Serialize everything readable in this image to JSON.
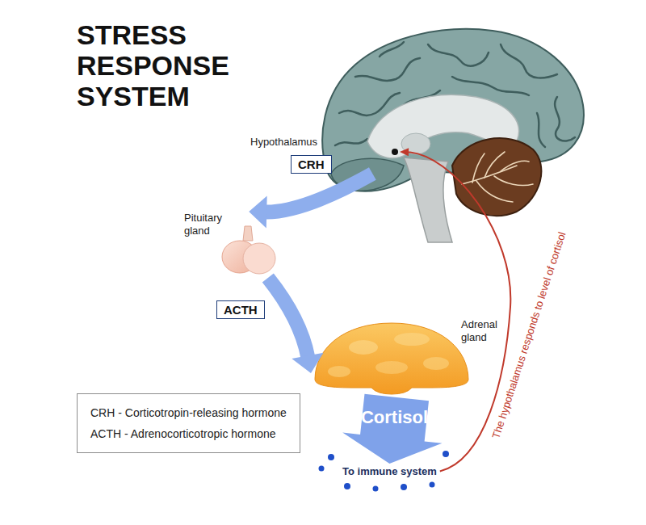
{
  "diagram": {
    "title": "STRESS RESPONSE SYSTEM",
    "nodes": [
      {
        "text": [
          "Hypothalamus"
        ]
      },
      {
        "text": [
          "Pituitary gland"
        ]
      },
      {
        "text": [
          "Adrenal gland"
        ]
      },
      {
        "text": [
          "To immune system"
        ]
      },
      {
        "text": [
          "CRH - Corticotropin-releasing hormone",
          "ACTH - Adrenocorticotropic hormone"
        ]
      }
    ],
    "edges": [
      {
        "from": 0,
        "to": 1,
        "label": "CRH",
        "arrow": "to"
      },
      {
        "from": 1,
        "to": 2,
        "label": "ACTH",
        "arrow": "to"
      },
      {
        "from": 2,
        "to": 3,
        "label": "Cortisol",
        "arrow": "to"
      },
      {
        "from": 3,
        "to": 0,
        "label": "The hypothalamus responds to level of cortisol",
        "arrow": "to"
      }
    ]
  }
}
